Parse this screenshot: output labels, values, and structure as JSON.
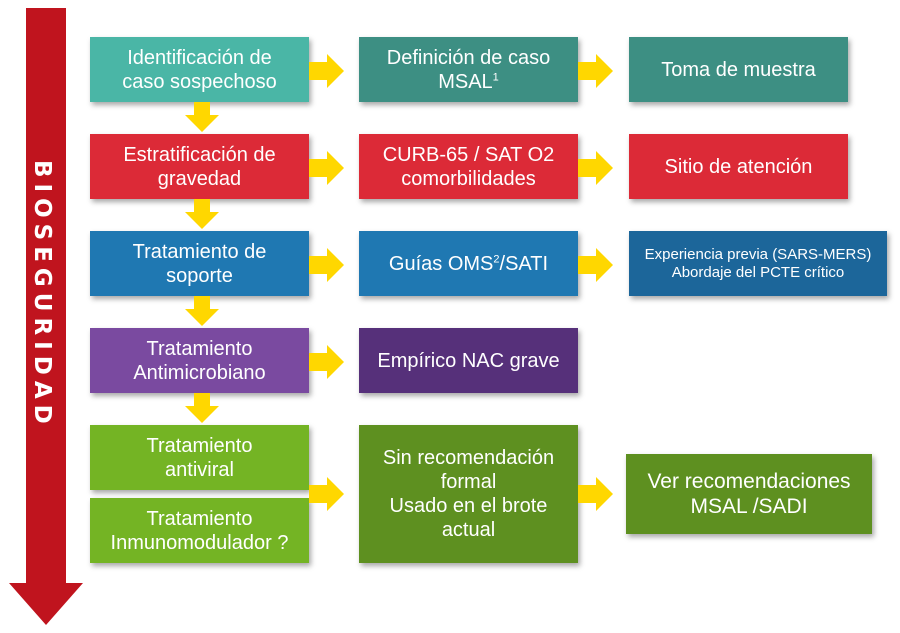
{
  "side_label": "BIOSEGURIDAD",
  "colors": {
    "side_arrow": "#c0141e",
    "connector_arrow": "#ffd700",
    "teal_light": "#4ab6a6",
    "teal_dark": "#3d8f83",
    "red": "#dc2a37",
    "blue": "#1f78b2",
    "blue_dark": "#1c669a",
    "purple": "#7a4aa0",
    "purple_dark": "#56307a",
    "green_light": "#74b424",
    "green_dark": "#5e9020"
  },
  "rows": {
    "r1": {
      "c1": "Identificación de\ncaso sospechoso",
      "c2_text": "Definición de caso\nMSAL",
      "c2_sup": "1",
      "c3": "Toma de muestra"
    },
    "r2": {
      "c1": "Estratificación de\ngravedad",
      "c2": "CURB-65 / SAT O2\ncomorbilidades",
      "c3": "Sitio de atención"
    },
    "r3": {
      "c1": "Tratamiento de\nsoporte",
      "c2_pre": "Guías OMS",
      "c2_sup": "2",
      "c2_post": "/SATI",
      "c3": "Experiencia previa (SARS-MERS)\nAbordaje del PCTE crítico"
    },
    "r4": {
      "c1": "Tratamiento\nAntimicrobiano",
      "c2": "Empírico NAC grave"
    },
    "r5": {
      "c1a": "Tratamiento\nantiviral",
      "c1b": "Tratamiento\nInmunomodulador ?",
      "c2": "Sin recomendación\nformal\nUsado en el brote\nactual",
      "c3": "Ver recomendaciones\nMSAL /SADI"
    }
  }
}
